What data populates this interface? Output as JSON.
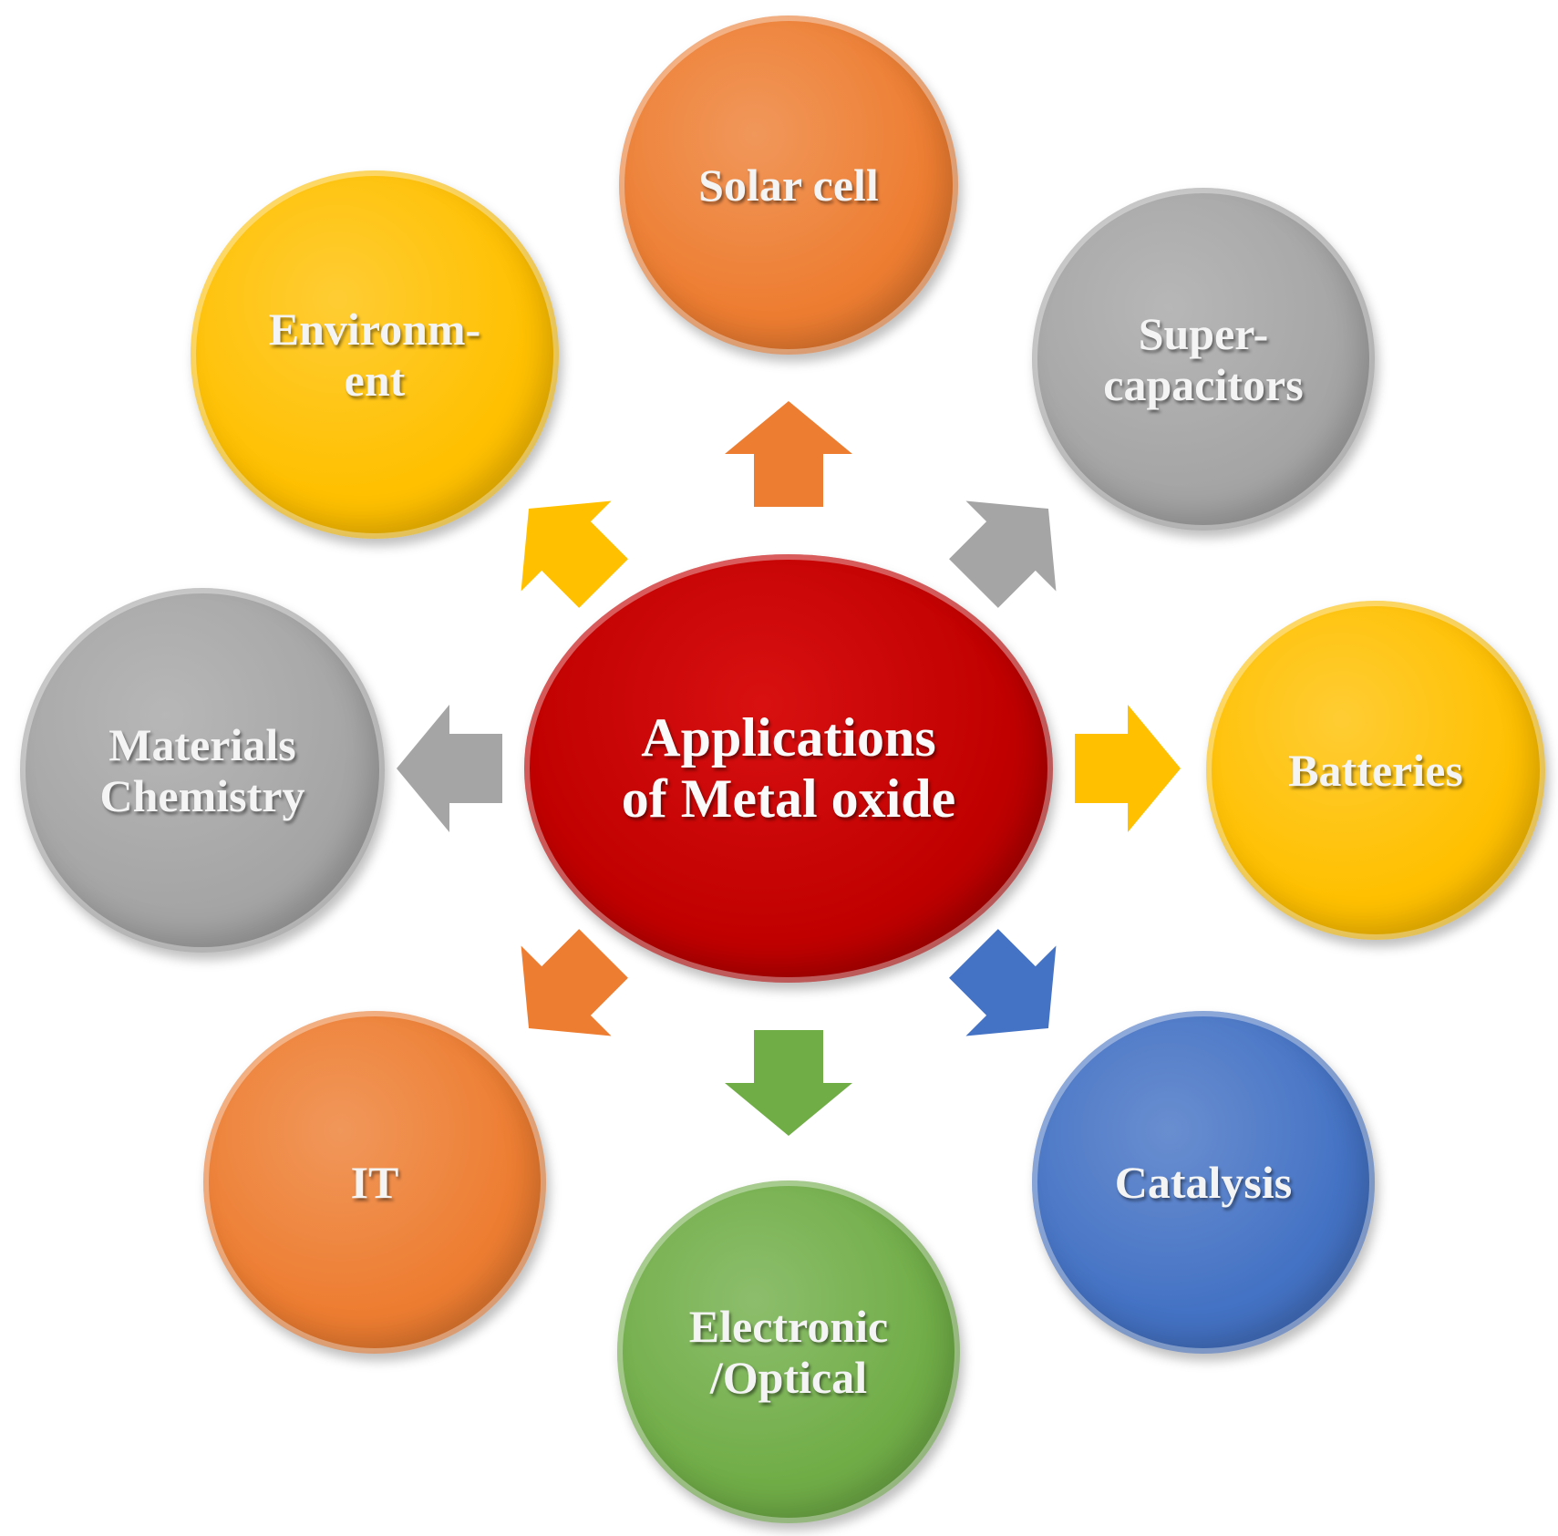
{
  "title": "Applications\nof Metal oxide",
  "colors": {
    "center": "#c00000"
  },
  "nodes": [
    {
      "id": "solar-cell",
      "label": "Solar cell",
      "color": "#ed7d31",
      "angle": -90
    },
    {
      "id": "supercapacitors",
      "label": "Super-\ncapacitors",
      "color": "#a5a5a5",
      "angle": -45
    },
    {
      "id": "batteries",
      "label": "Batteries",
      "color": "#ffc000",
      "angle": 0
    },
    {
      "id": "catalysis",
      "label": "Catalysis",
      "color": "#4472c4",
      "angle": 45
    },
    {
      "id": "electronic-optical",
      "label": "Electronic\n/Optical",
      "color": "#70ad47",
      "angle": 90
    },
    {
      "id": "it",
      "label": "IT",
      "color": "#ed7d31",
      "angle": 135
    },
    {
      "id": "materials-chemistry",
      "label": "Materials\nChemistry",
      "color": "#a5a5a5",
      "angle": 180
    },
    {
      "id": "environment",
      "label": "Environm-\nent",
      "color": "#ffc000",
      "angle": -135
    }
  ]
}
